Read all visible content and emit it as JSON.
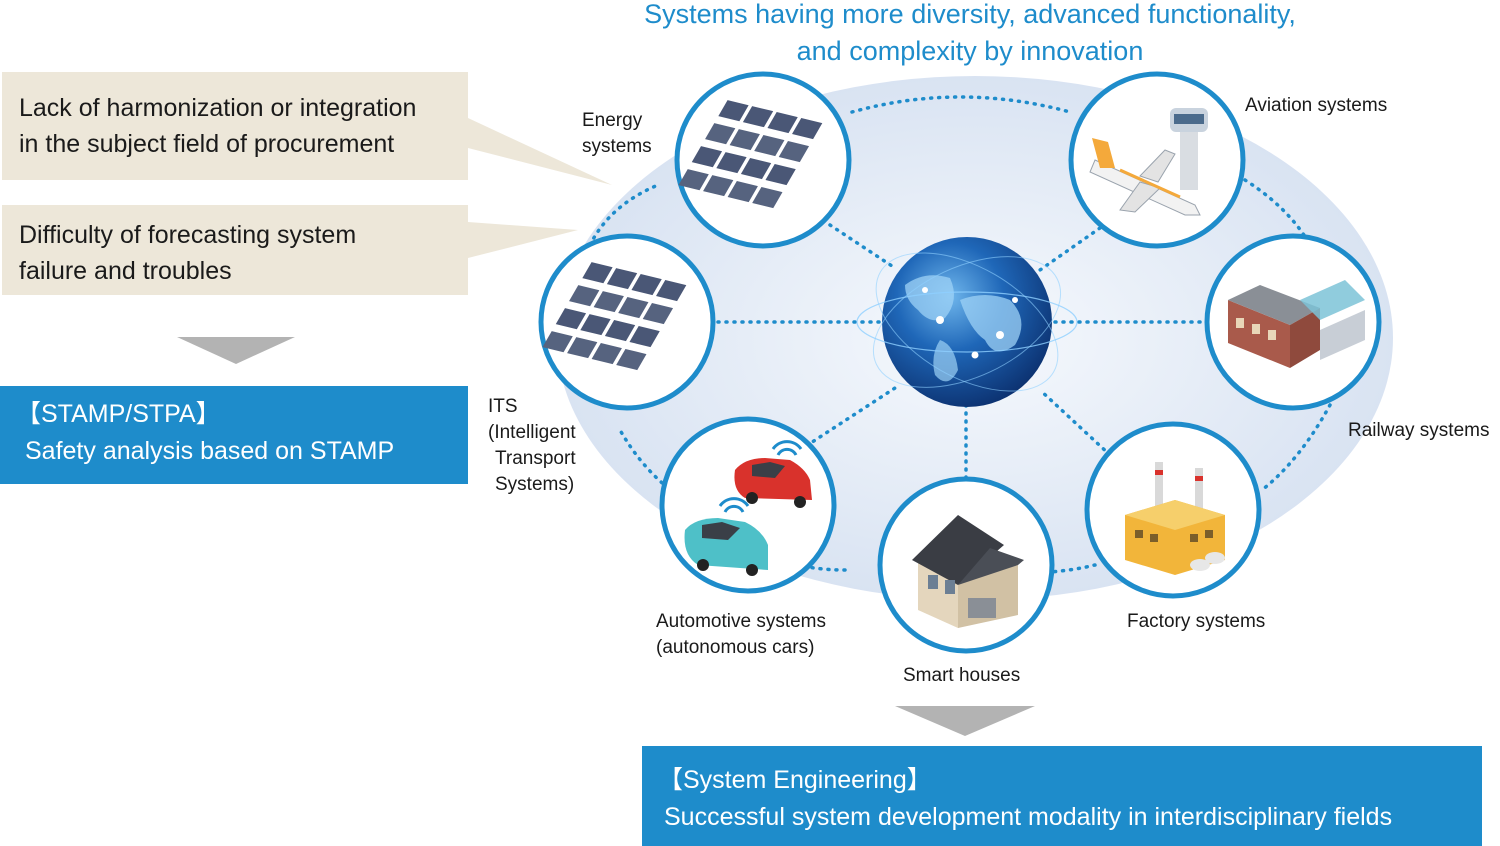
{
  "title": {
    "line1": "Systems having more diversity, advanced functionality,",
    "line2": "and complexity by innovation"
  },
  "challenges": [
    {
      "line1": "Lack of harmonization or integration",
      "line2": "in the subject field of procurement"
    },
    {
      "line1": "Difficulty of forecasting system",
      "line2": "failure and troubles"
    }
  ],
  "stamp_box": {
    "line1": "【STAMP/STPA】",
    "line2": "Safety analysis based on STAMP"
  },
  "se_box": {
    "line1": "【System Engineering】",
    "line2": "Successful system development modality in interdisciplinary fields"
  },
  "systems": {
    "energy": {
      "line1": "Energy",
      "line2": "systems",
      "icon": "solar-panel-icon"
    },
    "aviation": {
      "label": "Aviation systems",
      "icon": "airplane-icon"
    },
    "railway": {
      "label": "Railway systems",
      "icon": "train-station-icon"
    },
    "its": {
      "line1": "ITS",
      "line2": "(Intelligent",
      "line3": "Transport",
      "line4": "Systems)",
      "icon": "solar-panel-icon"
    },
    "automotive": {
      "line1": "Automotive systems",
      "line2": "(autonomous cars)",
      "icon": "car-icon"
    },
    "smart_houses": {
      "label": "Smart houses",
      "icon": "house-icon"
    },
    "factory": {
      "label": "Factory systems",
      "icon": "factory-icon"
    }
  },
  "hub": {
    "icon": "globe-icon"
  },
  "colors": {
    "accent_blue": "#1e8ccb",
    "callout_beige": "#ede7d9",
    "ellipse_fill": "#dde6f3",
    "arrow_gray": "#b3b3b3"
  }
}
